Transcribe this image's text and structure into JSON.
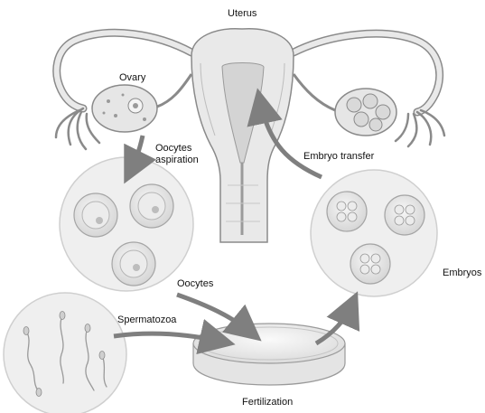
{
  "labels": {
    "uterus": "Uterus",
    "ovary": "Ovary",
    "oocytes_aspiration": "Oocytes aspiration",
    "embryo_transfer": "Embryo transfer",
    "oocytes": "Oocytes",
    "embryos": "Embryos",
    "spermatozoa": "Spermatozoa",
    "fertilization": "Fertilization"
  },
  "colors": {
    "tissue_fill": "#e9e9e9",
    "tissue_stroke": "#8a8a8a",
    "cavity_fill": "#d4d4d4",
    "cell_circle": "#efefef",
    "arrow": "#7f7f7f",
    "text": "#111111"
  }
}
